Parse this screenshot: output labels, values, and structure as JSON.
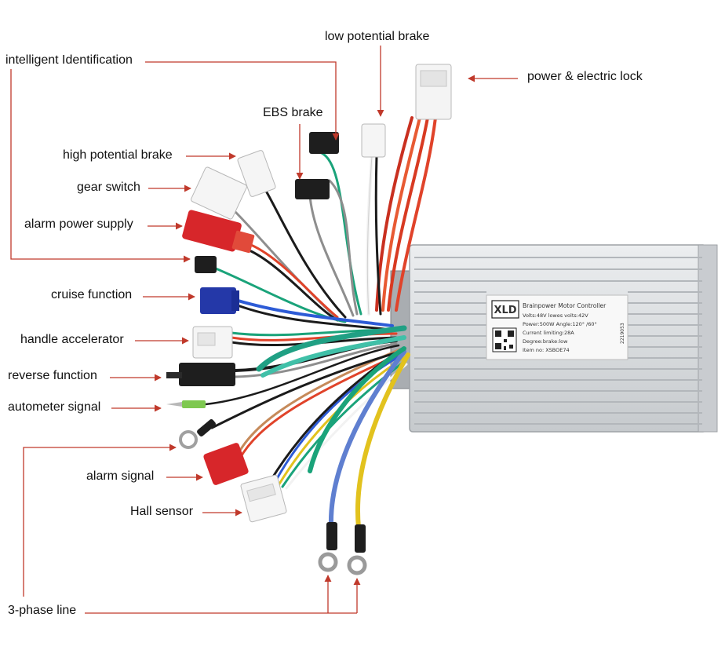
{
  "labels": {
    "low_potential_brake": "low potential brake",
    "power_electric_lock": "power & electric lock",
    "intelligent_identification": "intelligent Identification",
    "ebs_brake": "EBS brake",
    "high_potential_brake": "high potential brake",
    "gear_switch": "gear switch",
    "alarm_power_supply": "alarm power supply",
    "cruise_function": "cruise function",
    "handle_accelerator": "handle accelerator",
    "reverse_function": "reverse function",
    "autometer_signal": "autometer signal",
    "alarm_signal": "alarm signal",
    "hall_sensor": "Hall sensor",
    "three_phase_line": "3-phase line"
  },
  "nameplate": {
    "brand": "XLD",
    "title": "Brainpower Motor Controller",
    "line1": "Volts:48V   lowes volts:42V",
    "line2": "Power:500W  Angle:120°  /60°",
    "line3": "Current limiting:28A",
    "line4": "Degree:brake:low",
    "line5": "Item no: XSBOE74",
    "side_code": "2219053"
  },
  "colors": {
    "pointer": "#c0392b",
    "housing": "#d9dcdf",
    "wire_red": "#e0432a",
    "wire_blue": "#2d5bd6",
    "wire_green": "#1aa37a",
    "wire_yellow": "#e2c21e",
    "wire_black": "#1b1b1b",
    "wire_white": "#f2f2f2",
    "wire_gray": "#8e8e8e"
  }
}
